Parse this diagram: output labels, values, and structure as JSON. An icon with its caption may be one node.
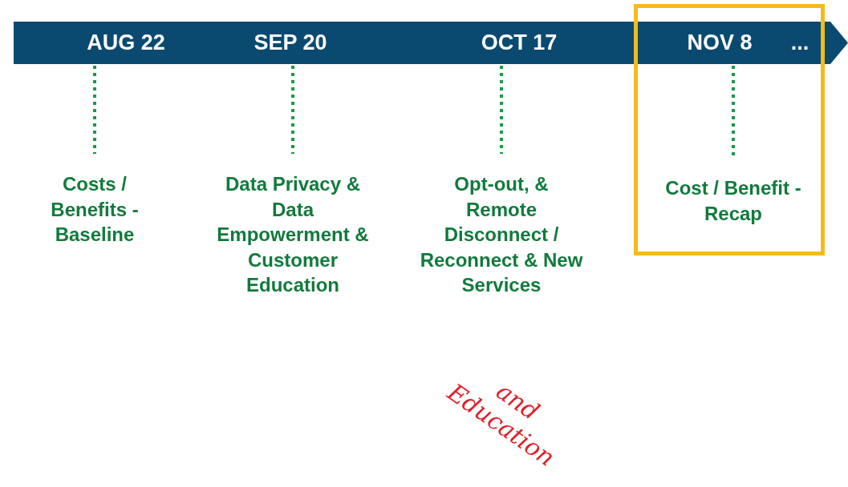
{
  "diagram": {
    "nodes": [
      {
        "text": [],
        "shape": "arrow"
      },
      {
        "text": [
          "AUG 22"
        ],
        "in": 0
      },
      {
        "text": [
          "SEP 20"
        ],
        "in": 0
      },
      {
        "text": [
          "OCT 17"
        ],
        "in": 0
      },
      {
        "text": [
          "NOV 8"
        ]
      },
      {
        "text": [
          "..."
        ]
      },
      {
        "text": [],
        "shape": "box"
      },
      {
        "text": [
          "Costs / Benefits - Baseline"
        ]
      },
      {
        "text": [
          "Data Privacy & Data Empowerment & Customer Education"
        ]
      },
      {
        "text": [
          "Opt-out, & Remote Disconnect / Reconnect & New Services"
        ]
      },
      {
        "text": [
          "Cost / Benefit - Recap"
        ],
        "in": 6
      }
    ],
    "edges": [
      {
        "from": 1,
        "to": 7,
        "arrow": "none",
        "style": "dashed"
      },
      {
        "from": 2,
        "to": 8,
        "arrow": "none",
        "style": "dashed"
      },
      {
        "from": 3,
        "to": 9,
        "arrow": "none",
        "style": "dashed"
      },
      {
        "from": 4,
        "to": 10,
        "arrow": "none",
        "style": "dashed"
      }
    ],
    "labels": [
      "and Education"
    ]
  }
}
